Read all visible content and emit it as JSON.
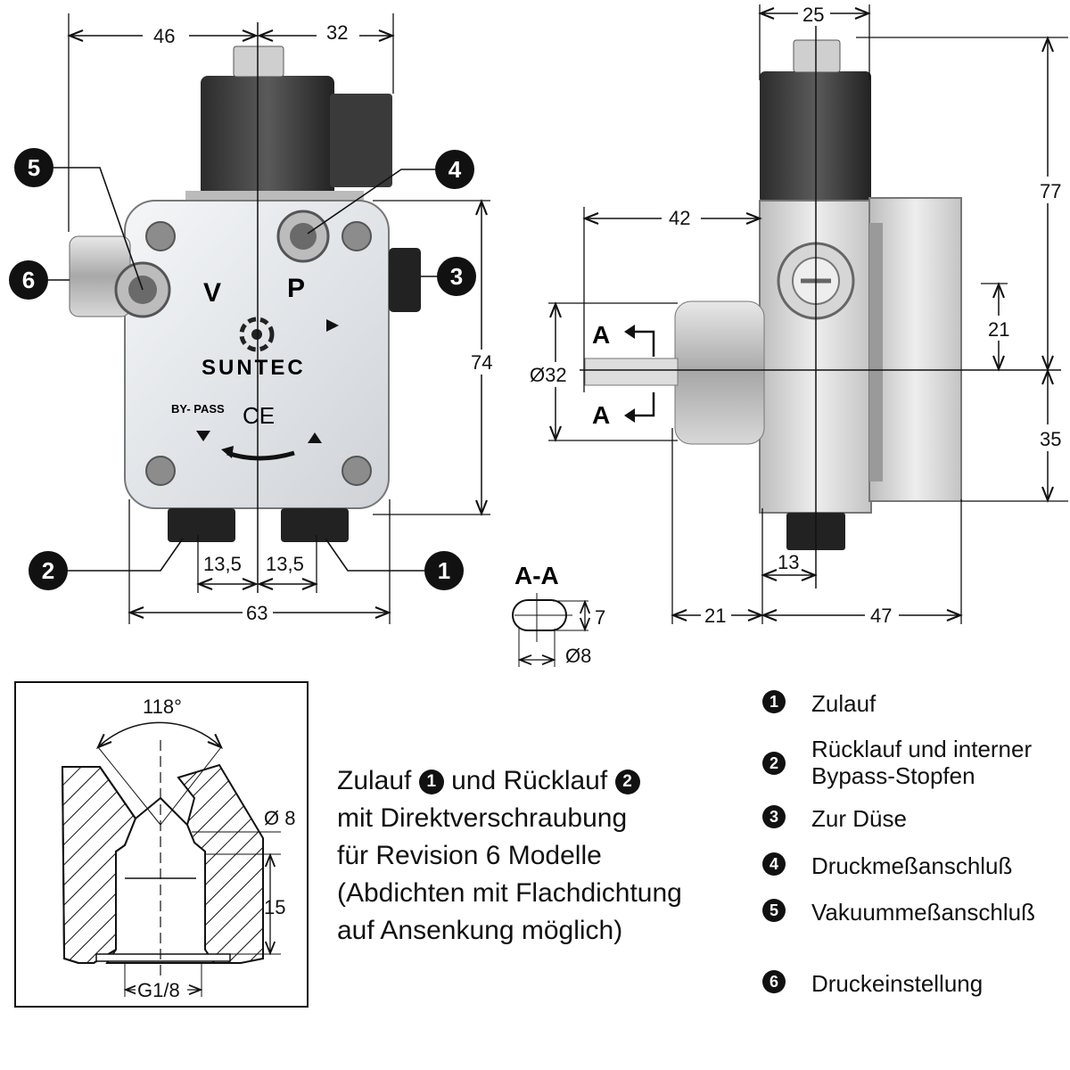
{
  "front_view": {
    "dims": {
      "left_width": "46",
      "right_width": "32",
      "height": "74",
      "bottom_left": "13,5",
      "bottom_right": "13,5",
      "total_width": "63"
    },
    "body_labels": {
      "v": "V",
      "p": "P",
      "brand": "SUNTEC",
      "ce": "CE",
      "bypass": "BY- PASS"
    },
    "callouts": [
      "5",
      "4",
      "6",
      "3",
      "2",
      "1"
    ]
  },
  "side_view": {
    "dims": {
      "top": "25",
      "offset": "42",
      "shaft_dia": "Ø32",
      "upper": "21",
      "total_height": "77",
      "lower": "35",
      "bottom_port": "13",
      "shaft_len": "21",
      "body_len": "47"
    },
    "section_marks": [
      "A",
      "A"
    ]
  },
  "section_aa": {
    "title": "A-A",
    "flat": "7",
    "dia": "Ø8"
  },
  "port_detail": {
    "angle": "118°",
    "dia": "Ø 8",
    "depth": "15",
    "thread": "G1/8"
  },
  "description": {
    "line1_a": "Zulauf",
    "line1_num1": "1",
    "line1_b": "und Rücklauf",
    "line1_num2": "2",
    "line2": "mit Direktverschraubung",
    "line3": "für Revision 6 Modelle",
    "line4": "(Abdichten mit Flachdichtung",
    "line5": "auf Ansenkung möglich)"
  },
  "legend": [
    {
      "num": "1",
      "text": "Zulauf"
    },
    {
      "num": "2",
      "text": "Rücklauf und interner",
      "text2": "Bypass-Stopfen"
    },
    {
      "num": "3",
      "text": "Zur Düse"
    },
    {
      "num": "4",
      "text": "Druckmeßanschluß"
    },
    {
      "num": "5",
      "text": "Vakuummeßanschluß"
    },
    {
      "num": "6",
      "text": "Druckeinstellung"
    }
  ]
}
